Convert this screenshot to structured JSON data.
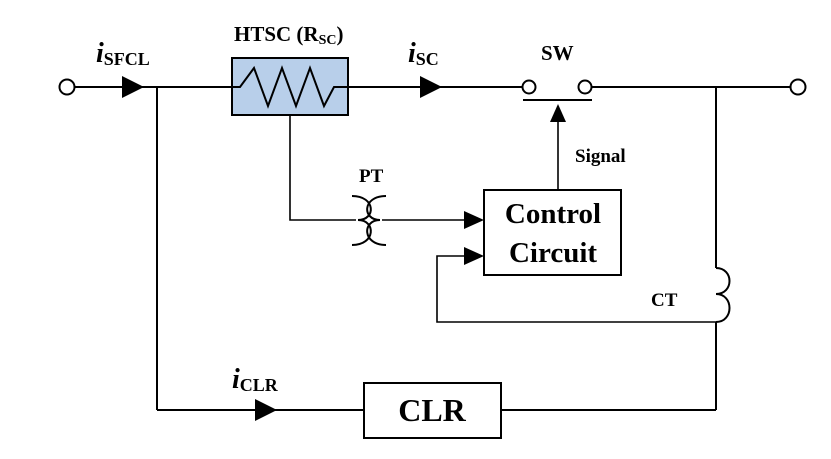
{
  "labels": {
    "i_sfcl": {
      "main": "i",
      "sub": "SFCL"
    },
    "i_sc": {
      "main": "i",
      "sub": "SC"
    },
    "i_clr": {
      "main": "i",
      "sub": "CLR"
    },
    "htsc": {
      "main": "HTSC (R",
      "sub": "SC",
      "close": ")"
    },
    "sw": "SW",
    "signal": "Signal",
    "pt": "PT",
    "ct": "CT",
    "control_line1": "Control",
    "control_line2": "Circuit",
    "clr": "CLR"
  },
  "colors": {
    "htsc_fill": "#b8cfea",
    "wire": "#000000"
  }
}
